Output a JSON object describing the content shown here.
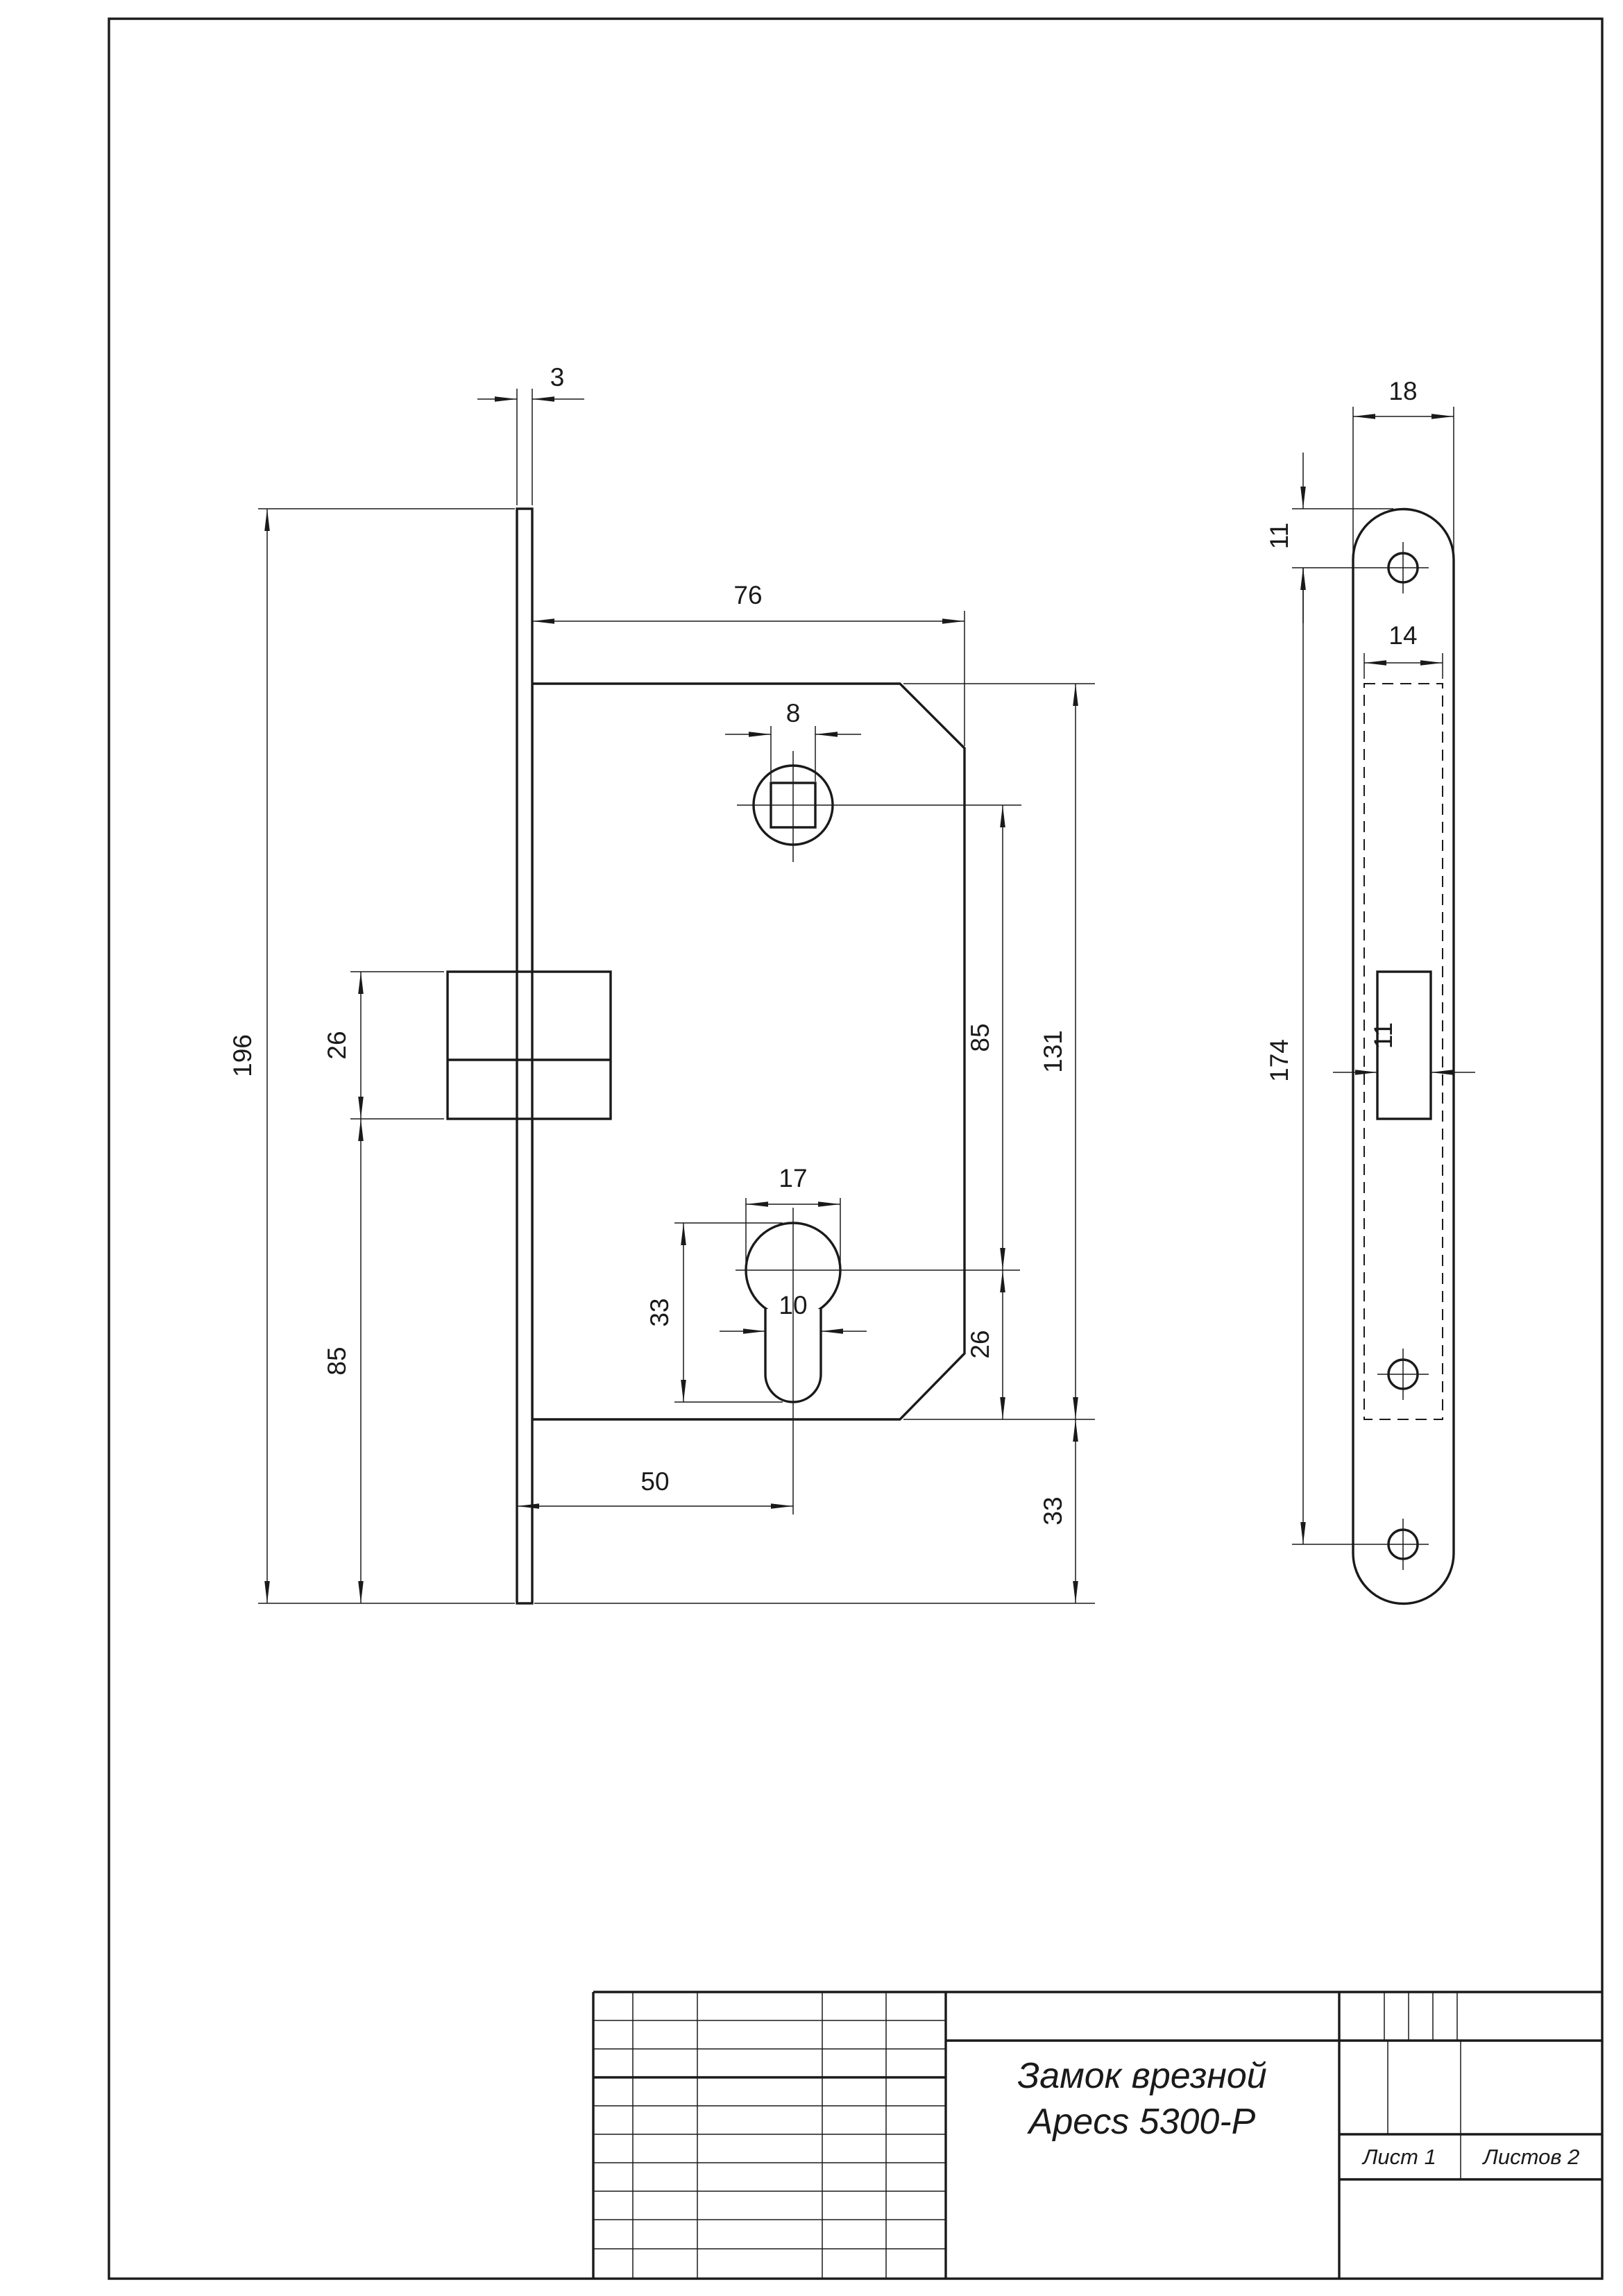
{
  "page": {
    "bg": "#ffffff",
    "ink": "#1a1a1a"
  },
  "views": {
    "front": {
      "dims": {
        "plate_thickness": "3",
        "body_width": "76",
        "spindle_square": "8",
        "plate_height": "196",
        "latch_height": "26",
        "latch_to_plate_bottom": "85",
        "spindle_to_cylinder": "85",
        "body_height": "131",
        "cylinder_diameter": "17",
        "keyhole_height": "33",
        "slot_width": "10",
        "cylinder_to_body_bottom": "26",
        "backset": "50",
        "body_to_plate_bottom": "33"
      }
    },
    "faceplate": {
      "dims": {
        "width": "18",
        "top_hole_offset": "11",
        "cutout_width": "14",
        "hole_spacing": "174",
        "latch_cutout_width": "11"
      }
    }
  },
  "title_block": {
    "product_line1": "Замок врезной",
    "product_line2": "Apecs 5300-P",
    "sheet_label": "Лист 1",
    "sheets_label": "Листов 2"
  }
}
